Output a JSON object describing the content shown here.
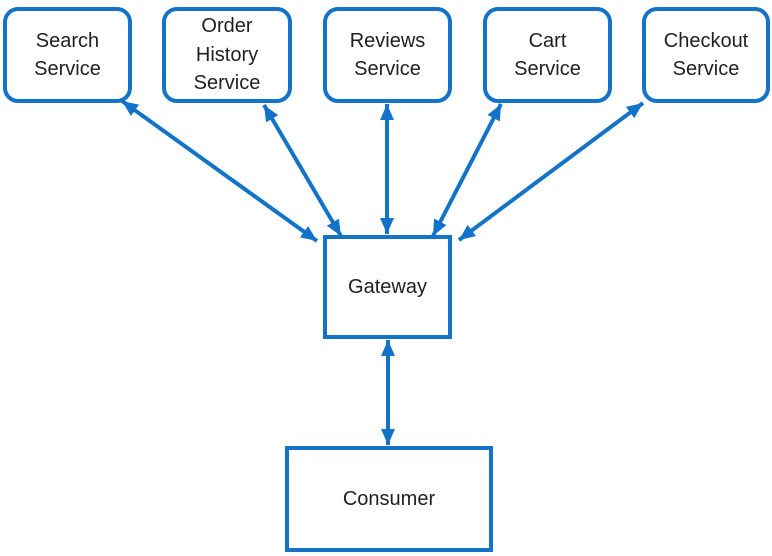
{
  "diagram": {
    "type": "architecture-diagram",
    "accent_color": "#1273c8",
    "text_color": "#1f1f1f",
    "background_color": "#ffffff",
    "nodes": {
      "search": {
        "label": "Search\nService"
      },
      "order_history": {
        "label": "Order\nHistory\nService"
      },
      "reviews": {
        "label": "Reviews\nService"
      },
      "cart": {
        "label": "Cart\nService"
      },
      "checkout": {
        "label": "Checkout\nService"
      },
      "gateway": {
        "label": "Gateway"
      },
      "consumer": {
        "label": "Consumer"
      }
    },
    "edges": [
      {
        "from": "search_service",
        "to": "gateway",
        "bidirectional": true
      },
      {
        "from": "order_history_service",
        "to": "gateway",
        "bidirectional": true
      },
      {
        "from": "reviews_service",
        "to": "gateway",
        "bidirectional": true
      },
      {
        "from": "cart_service",
        "to": "gateway",
        "bidirectional": true
      },
      {
        "from": "checkout_service",
        "to": "gateway",
        "bidirectional": true
      },
      {
        "from": "gateway",
        "to": "consumer",
        "bidirectional": true
      }
    ]
  }
}
